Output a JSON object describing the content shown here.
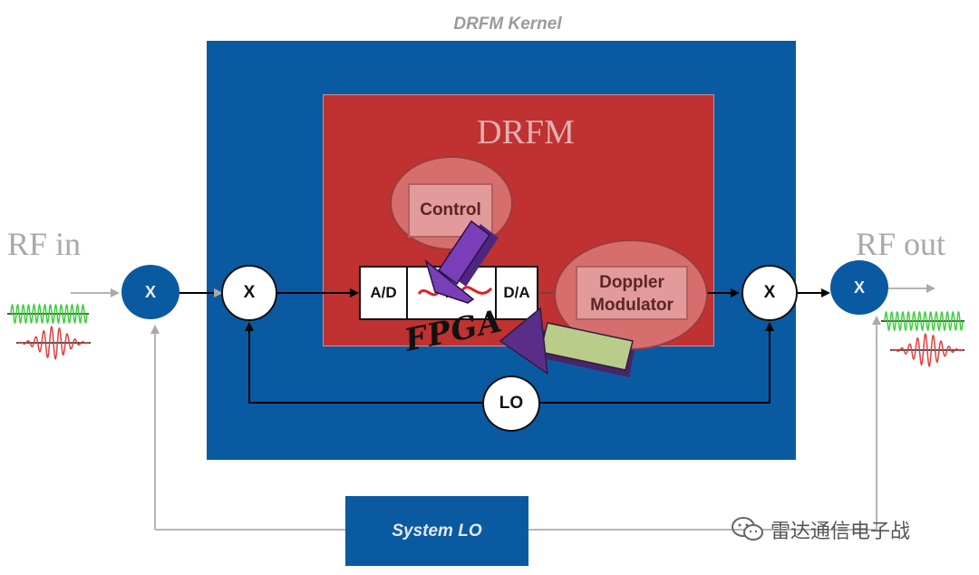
{
  "kernel_title": "DRFM Kernel",
  "drfm_title": "DRFM",
  "rf_in_label": "RF in",
  "rf_out_label": "RF out",
  "blocks": {
    "control": "Control",
    "ad": "A/D",
    "mem": "M",
    "da": "D/A",
    "doppler_line1": "Doppler",
    "doppler_line2": "Modulator",
    "lo": "LO",
    "system_lo": "System LO"
  },
  "mixer_symbol": "X",
  "fpga_label": "FPGA",
  "watermark": "雷达通信电子战",
  "colors": {
    "kernel_blue": "#0a5aa2",
    "drfm_red": "#c03131",
    "purple_arrow": "#6a2fa0",
    "green_arrow": "#b9cc8a",
    "wave_green": "#3fcf3f",
    "wave_red": "#e04040"
  },
  "icons": [
    "wechat-icon"
  ]
}
